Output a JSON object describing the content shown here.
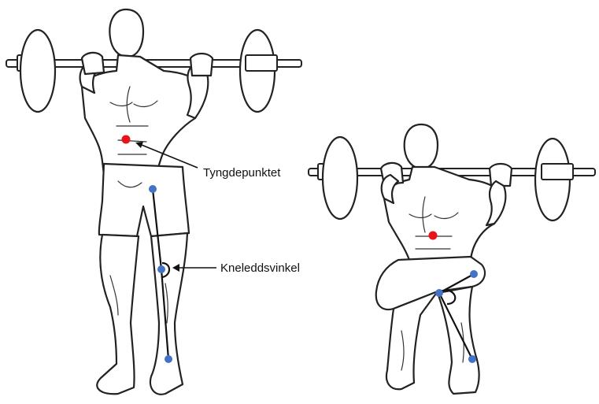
{
  "labels": {
    "center_of_gravity": "Tyngdepunktet",
    "knee_angle": "Kneleddsvinkel"
  },
  "colors": {
    "center_of_gravity_dot": "#e8141b",
    "joint_dot": "#4472c4",
    "outline": "#222222",
    "background": "#ffffff"
  },
  "figures": [
    {
      "name": "standing-lifter",
      "pose": "standing"
    },
    {
      "name": "squatting-lifter",
      "pose": "squat"
    }
  ]
}
